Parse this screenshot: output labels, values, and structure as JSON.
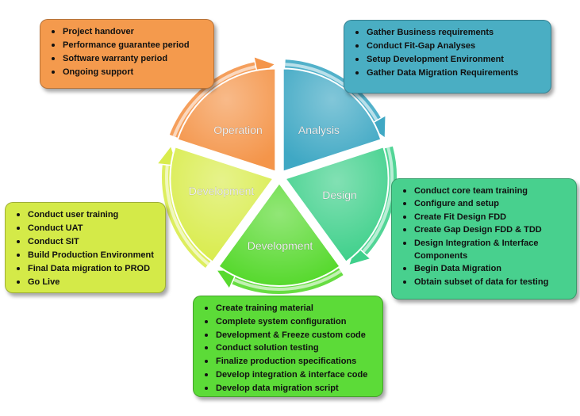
{
  "wheel": {
    "segments": [
      {
        "label": "Analysis",
        "color": "#3fa8c4"
      },
      {
        "label": "Design",
        "color": "#3fd08b"
      },
      {
        "label": "Development",
        "color": "#57d92e"
      },
      {
        "label": "Development",
        "color": "#d9ec4d"
      },
      {
        "label": "Operation",
        "color": "#f4954a"
      }
    ]
  },
  "boxes": {
    "operation": {
      "color": "#f49a4d",
      "items": [
        "Project handover",
        "Performance guarantee period",
        "Software warranty period",
        "Ongoing support"
      ]
    },
    "analysis": {
      "color": "#4aaec3",
      "items": [
        "Gather Business requirements",
        "Conduct Fit-Gap Analyses",
        "Setup Development Environment",
        "Gather Data Migration Requirements"
      ]
    },
    "design": {
      "color": "#48d08e",
      "items": [
        "Conduct core team training",
        "Configure and setup",
        "Create Fit Design FDD",
        "Create Gap Design FDD & TDD",
        "Design Integration & Interface Components",
        "Begin Data Migration",
        "Obtain subset of data for testing"
      ]
    },
    "golive": {
      "color": "#d4ea48",
      "items": [
        "Conduct user training",
        "Conduct UAT",
        "Conduct SIT",
        "Build Production Environment",
        "Final Data migration to PROD",
        "Go Live"
      ]
    },
    "development": {
      "color": "#5cdb38",
      "items": [
        "Create training material",
        "Complete system configuration",
        "Development & Freeze custom code",
        "Conduct solution testing",
        "Finalize production specifications",
        "Develop integration & interface code",
        "Develop data migration script"
      ]
    }
  }
}
